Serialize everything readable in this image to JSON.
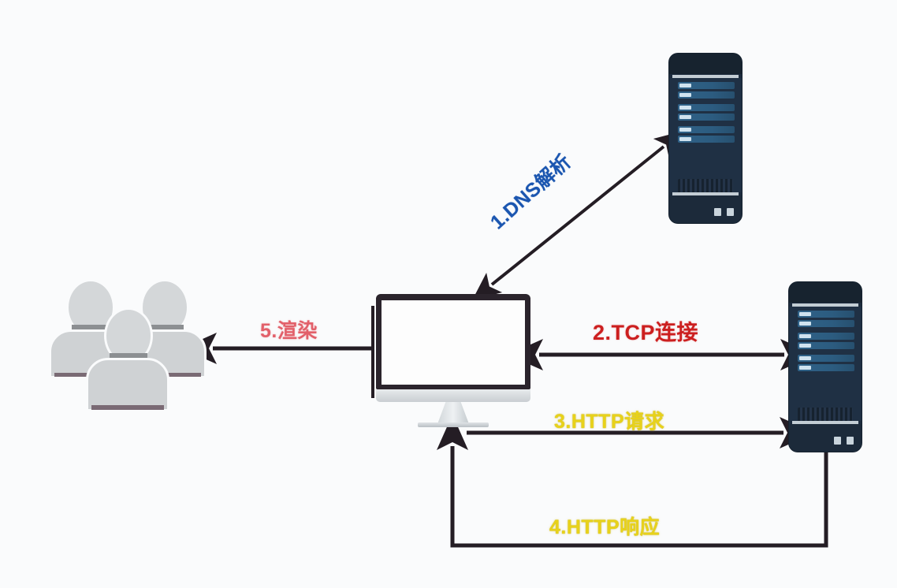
{
  "diagram": {
    "title": "Browser request flow diagram",
    "background_color": "#fafbfc",
    "nodes": [
      {
        "id": "people",
        "name": "users-group",
        "label": ""
      },
      {
        "id": "monitor",
        "name": "client-computer",
        "label": ""
      },
      {
        "id": "server-top",
        "name": "dns-server",
        "label": ""
      },
      {
        "id": "server-bottom",
        "name": "web-server",
        "label": ""
      }
    ],
    "steps": [
      {
        "number": "1",
        "label": "1.DNS解析",
        "color": "#1b56b0",
        "from": "monitor",
        "to": "server-top",
        "arrow": "double"
      },
      {
        "number": "2",
        "label": "2.TCP连接",
        "color": "#cc1f1f",
        "from": "monitor",
        "to": "server-bottom",
        "arrow": "double"
      },
      {
        "number": "3",
        "label": "3.HTTP请求",
        "color": "#e8d21a",
        "from": "monitor",
        "to": "server-bottom",
        "arrow": "single"
      },
      {
        "number": "4",
        "label": "4.HTTP响应",
        "color": "#e8d21a",
        "from": "server-bottom",
        "to": "monitor",
        "arrow": "single"
      },
      {
        "number": "5",
        "label": "5.渲染",
        "color": "#e2606a",
        "from": "monitor",
        "to": "people",
        "arrow": "single"
      }
    ]
  }
}
